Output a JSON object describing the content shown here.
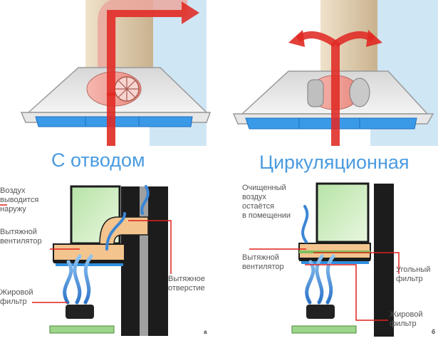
{
  "captions": {
    "left": "С отводом",
    "right": "Циркуляционная"
  },
  "left_diagram": {
    "air_out": "Воздух\nвыводится\nнаружу",
    "fan": "Вытяжной\nвентилятор",
    "grease_filter": "Жировой\nфильтр",
    "vent_hole": "Вытяжное\nотверстие",
    "corner_mark": "а"
  },
  "right_diagram": {
    "clean_air": "Очищенный\nвоздух\nостаётся\nв помещении",
    "fan": "Вытяжной\nвентилятор",
    "carbon_filter": "Угольный\nфильтр",
    "grease_filter": "Жировой\nфильтр",
    "corner_mark": "б"
  },
  "colors": {
    "caption_blue": "#4a9be0",
    "leader_red": "#e0201c",
    "filter_blue": "#2f8fe0",
    "wall_dark": "#1c1c1c",
    "hood_body": "#f3c48e"
  }
}
